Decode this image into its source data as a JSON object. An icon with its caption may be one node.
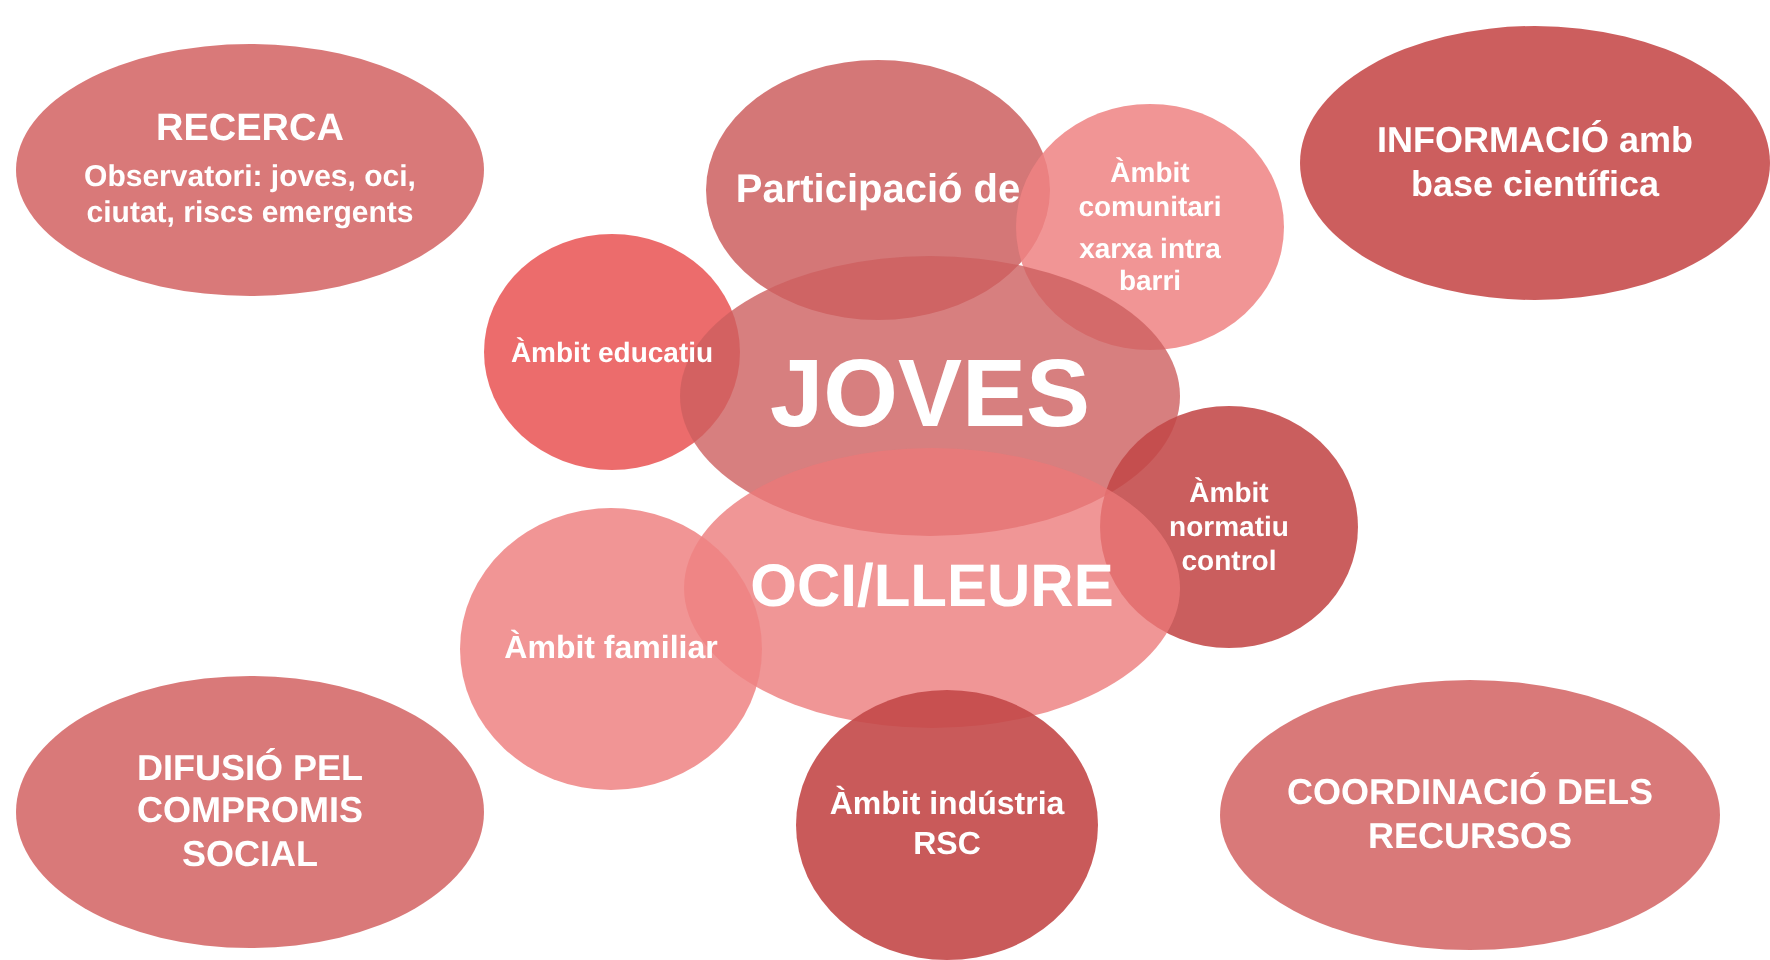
{
  "diagram": {
    "nodes": [
      {
        "text": [
          "RECERCA",
          "Observatori: joves, oci, ciutat, riscs emergents"
        ]
      },
      {
        "text": [
          "Participació de"
        ]
      },
      {
        "text": [
          "Àmbit comunitari",
          "xarxa intra barri"
        ]
      },
      {
        "text": [
          "INFORMACIÓ amb base científica"
        ]
      },
      {
        "text": [
          "Àmbit educatiu"
        ]
      },
      {
        "text": [
          "JOVES"
        ]
      },
      {
        "text": [
          "Àmbit normatiu control"
        ]
      },
      {
        "text": [
          "OCI/LLEURE"
        ]
      },
      {
        "text": [
          "Àmbit familiar"
        ]
      },
      {
        "text": [
          "DIFUSIÓ PEL COMPROMIS SOCIAL"
        ]
      },
      {
        "text": [
          "Àmbit indústria RSC"
        ]
      },
      {
        "text": [
          "COORDINACIÓ DELS RECURSOS"
        ]
      }
    ]
  }
}
